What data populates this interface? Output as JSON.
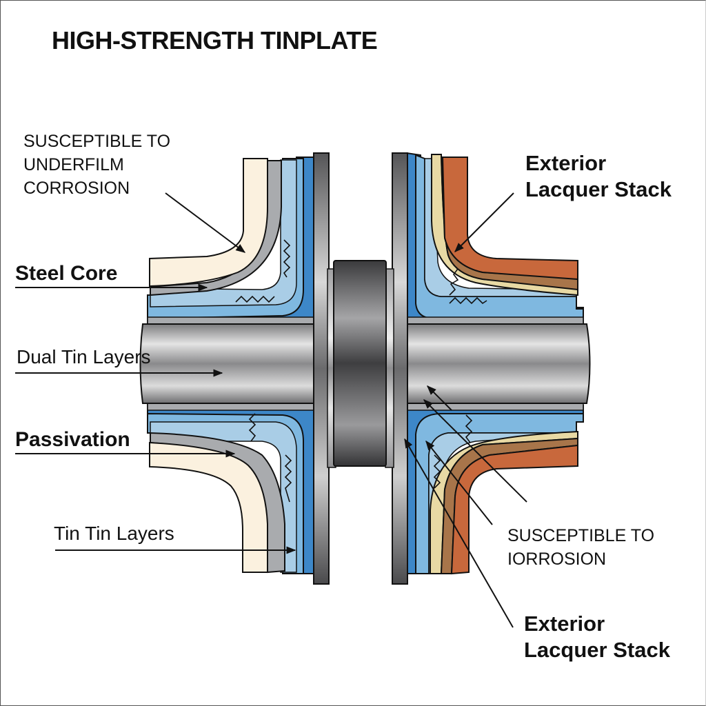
{
  "title": "HIGH-STRENGTH TINPLATE",
  "labels": {
    "underfilm": [
      "SUSCEPTIBLE TO",
      "UNDERFILM",
      "CORROSION"
    ],
    "steel_core": "Steel Core",
    "dual_tin": "Dual Tin Layers",
    "passivation": "Passivation",
    "tin_tin": "Tin Tin Layers",
    "exterior_top": [
      "Exterior",
      "Lacquer Stack"
    ],
    "corrosion_right": [
      "SUSCEPTIBLE TO",
      "IORROSION"
    ],
    "exterior_bottom": [
      "Exterior",
      "Lacquer Stack"
    ]
  },
  "colors": {
    "cream": "#fbf1df",
    "gray_layer": "#a9abae",
    "light_blue": "#a9cde6",
    "mid_blue": "#7fb8e0",
    "deep_blue": "#3d87c8",
    "orange": "#c8683c",
    "brown": "#a8754a",
    "tan": "#e8d9a4",
    "steel_dark": "#3c3c3e",
    "outline": "#111111"
  }
}
